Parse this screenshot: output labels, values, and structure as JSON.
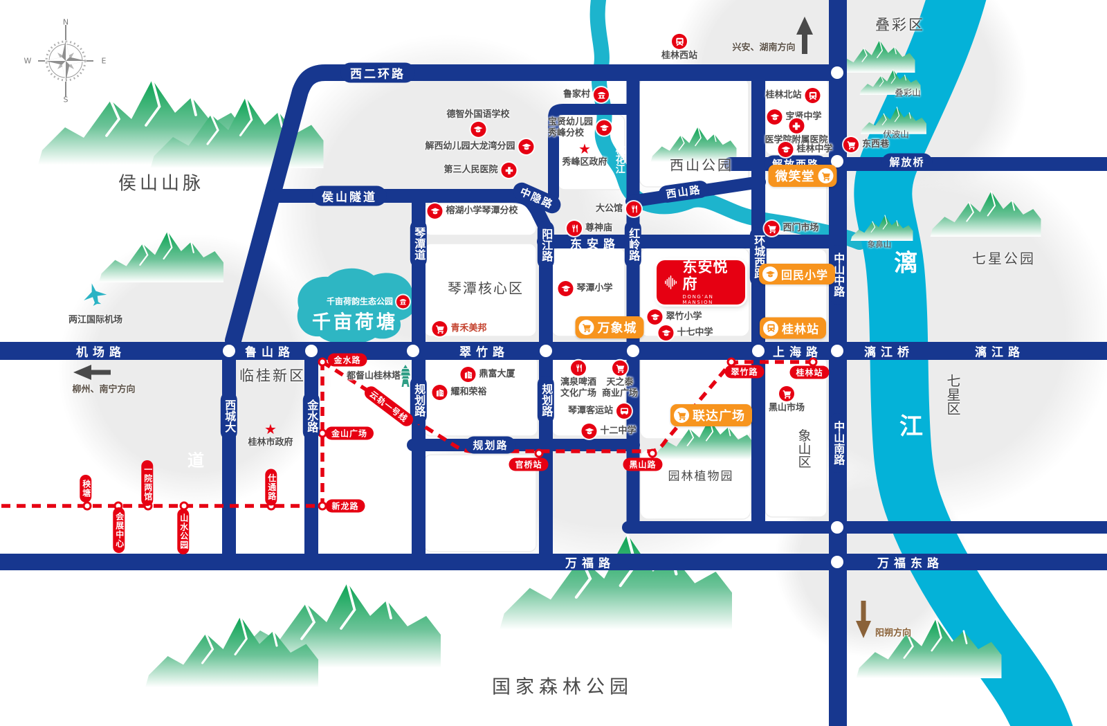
{
  "colors": {
    "road_navy": "#17378f",
    "river_cyan": "#04b2d8",
    "lake_teal": "#2eb6c3",
    "metro_red": "#e60012",
    "poi_red": "#e60012",
    "badge_orange": "#f7941e",
    "mountain_green": "#0aa352"
  },
  "compass": {
    "n": "N",
    "e": "E",
    "s": "S",
    "w": "W"
  },
  "logo": {
    "title": "东安悦府",
    "subtitle": "DONG’AN MANSION"
  },
  "directions": {
    "north_text": "兴安、湖南方向",
    "west_text": "柳州、南宁方向",
    "south_text": "阳朔方向"
  },
  "roads": {
    "xierhuanlu": "西二环路",
    "houshansuidao": "侯山隧道",
    "zhongyinlu": "中隐路",
    "xishanlu": "西山路",
    "jiefangxilu": "解放西路",
    "jiefangqiao": "解放桥",
    "guihualu_h": "规划路",
    "jichanglu": "机场路",
    "lushanlu": "鲁山路",
    "cuizhulu": "翠竹路",
    "shanghailu": "上海路",
    "lijiangqiao": "漓江桥",
    "lijianglu": "漓江路",
    "donganlu": "东安路",
    "wanfulu": "万福路",
    "wanfudonglu": "万福东路",
    "qintandao": "琴潭道",
    "yangjianglu": "阳江路",
    "honglinglu": "红岭路",
    "huanchengxilu": "环城西路",
    "zhongshanzhonglu": "中山中路",
    "zhongshannanlu": "中山南路",
    "xichengda": "西城大",
    "xichengda_dao": "道",
    "jinshuilu": "金水路",
    "guihualu_v1": "规划路",
    "guihualu_v2": "规划路"
  },
  "metro": {
    "line_name": "云轨一号线",
    "yangtang": "秧塘",
    "yiyuanliangguan": "一院两馆",
    "huizhanzhongxin": "会展中心",
    "shanshuigongyuan": "山水公园",
    "shitonglu": "仕通路",
    "xinlonglu": "新龙路",
    "jinshuilu": "金水路",
    "jinshanguangchang": "金山广场",
    "guanqiaozhan": "官桥站",
    "heishanlu": "黑山路",
    "cuizhulu": "翠竹路",
    "guilinzhan": "桂林站"
  },
  "badges": {
    "weixiaotang": "微笑堂",
    "wanxiangcheng": "万象城",
    "liandaguangchang": "联达广场",
    "huiminxiaoxue": "回民小学",
    "guilinzhan": "桂林站"
  },
  "pois": {
    "guilinxizhan": "桂林西站",
    "lujiacun": "鲁家村",
    "dezhi": "德智外国语学校",
    "jiexi": "解西幼儿园大龙湾分园",
    "disanyiyuan": "第三人民医院",
    "baoxianyou_1": "宝贤幼儿园",
    "baoxianyou_2": "秀峰分校",
    "xiufengzhengfu": "秀峰区政府",
    "ronghu": "榕湖小学琴潭分校",
    "guilinbeizhan": "桂林北站",
    "baoxianzhongxue": "宝贤中学",
    "yixueyuanyiyuan": "医学院附属医院",
    "guilinzhongxue": "桂林中学",
    "dongxixiang": "东西巷",
    "ximenshichang": "西门市场",
    "dagongguan": "大公馆",
    "zunshenmiao": "尊神庙",
    "qintanxiaoxue": "琴潭小学",
    "qinghemeibang": "青禾美邦",
    "cuizhuxiaoxue": "翠竹小学",
    "shiqizhongxue": "十七中学",
    "dingfudasha": "鼎富大厦",
    "yaoherongyu": "耀和荣裕",
    "dudushanta": "都督山桂林塔",
    "liquan_1": "漓泉啤酒",
    "liquan_2": "文化广场",
    "tianzhitai_1": "天之泰",
    "tianzhitai_2": "商业广场",
    "qintankeyunzhan": "琴潭客运站",
    "shierzhongxue": "十二中学",
    "heishanshichang": "黑山市场",
    "guilinshizhengfu": "桂林市政府",
    "liangjiangjichang": "两江国际机场"
  },
  "areas": {
    "houshanshanmai": "侯山山脉",
    "linguixinqu": "临桂新区",
    "qintanhexinqu": "琴潭核心区",
    "xishangongyuan": "西山公园",
    "diecaiqu": "叠彩区",
    "diecaishan": "叠彩山",
    "fuboshan": "伏波山",
    "xiangbishan": "象鼻山",
    "qixinggongyuan": "七星公园",
    "qixingqu": "七星区",
    "xiangshanqu": "象山区",
    "yuanlinzhiwuyuan": "园林植物园",
    "guojiasenlin": "国家森林公园"
  },
  "water": {
    "lijiang_li": "漓",
    "lijiang_jiang": "江",
    "taohuajiang": "桃花江",
    "qianmuhetang": "千亩荷塘",
    "qianmuheyun": "千亩荷韵生态公园"
  }
}
